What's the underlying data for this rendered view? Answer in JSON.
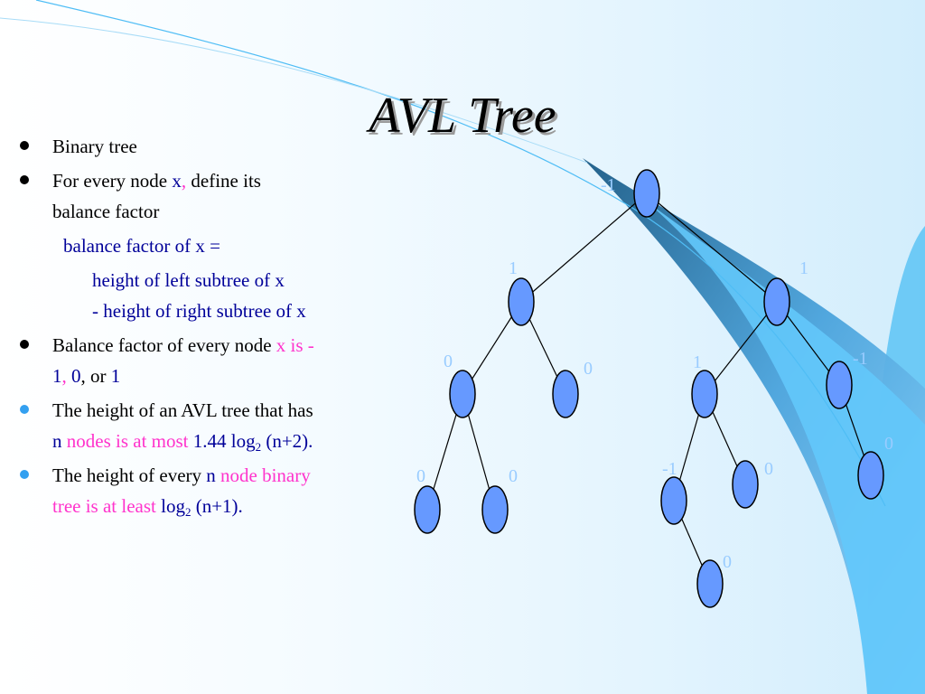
{
  "slide": {
    "title": "AVL Tree",
    "bullets": {
      "b1": "Binary tree",
      "b2_a": "For every node ",
      "b2_x": "x",
      "b2_comma": ",",
      "b2_b": " define its",
      "b2_c": "balance factor",
      "sub1": "balance factor of x =",
      "sub2_a": "height of left subtree of x",
      "sub2_b": "- height of right subtree of x",
      "b3_a": "Balance factor of every node ",
      "b3_x": "x",
      "b3_is": " is  -",
      "b3_1": "1",
      "b3_comma": ", ",
      "b3_0": "0",
      "b3_or": ", or ",
      "b3_p1": "1",
      "b4_a": "The height of an AVL tree that has",
      "b4_n": "n",
      "b4_b": " nodes is at most ",
      "b4_c": "1.44 log",
      "b4_sub": "2",
      "b4_d": " (n+2).",
      "b5_a": "The height of every ",
      "b5_n": "n",
      "b5_b": " node binary",
      "b5_c": "tree is at least  ",
      "b5_d": "log",
      "b5_sub": "2",
      "b5_e": " (n+1)."
    }
  },
  "tree": {
    "node_color": "#6699ff",
    "label_color": "#99ccff",
    "labels": [
      "-1",
      "1",
      "1",
      "0",
      "0",
      "1",
      "-1",
      "0",
      "0",
      "0",
      "-1",
      "0"
    ]
  }
}
